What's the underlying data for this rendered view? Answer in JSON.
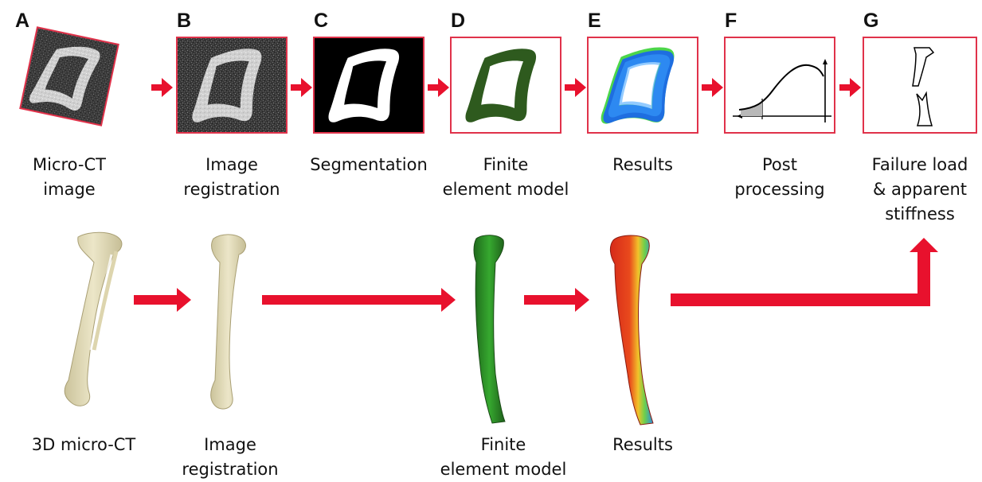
{
  "panels": [
    {
      "letter": "A",
      "caption": [
        "Micro-CT",
        "image"
      ]
    },
    {
      "letter": "B",
      "caption": [
        "Image",
        "registration"
      ]
    },
    {
      "letter": "C",
      "caption": [
        "Segmentation"
      ]
    },
    {
      "letter": "D",
      "caption": [
        "Finite",
        "element model"
      ]
    },
    {
      "letter": "E",
      "caption": [
        "Results"
      ]
    },
    {
      "letter": "F",
      "caption": [
        "Post",
        "processing"
      ]
    },
    {
      "letter": "G",
      "caption": [
        "Failure load",
        "& apparent",
        "stiffness"
      ]
    }
  ],
  "bottom_row": [
    {
      "caption": [
        "3D micro-CT"
      ]
    },
    {
      "caption": [
        "Image",
        "registration"
      ]
    },
    {
      "caption": [
        "Finite",
        "element model"
      ]
    },
    {
      "caption": [
        "Results"
      ]
    }
  ],
  "colors": {
    "arrow": "#e8112d",
    "frame": "#e0324a",
    "ct_background": "#3c3c3c",
    "bone_ct": "#d8d8d8",
    "segmentation_background": "#000000",
    "fe_model": "#2e5a1e",
    "results_outer": "#4cd64a",
    "results_inner": "#1e6ee0",
    "bone_3d": "#e6dfbd",
    "fe_3d": "#2f9a2a"
  }
}
